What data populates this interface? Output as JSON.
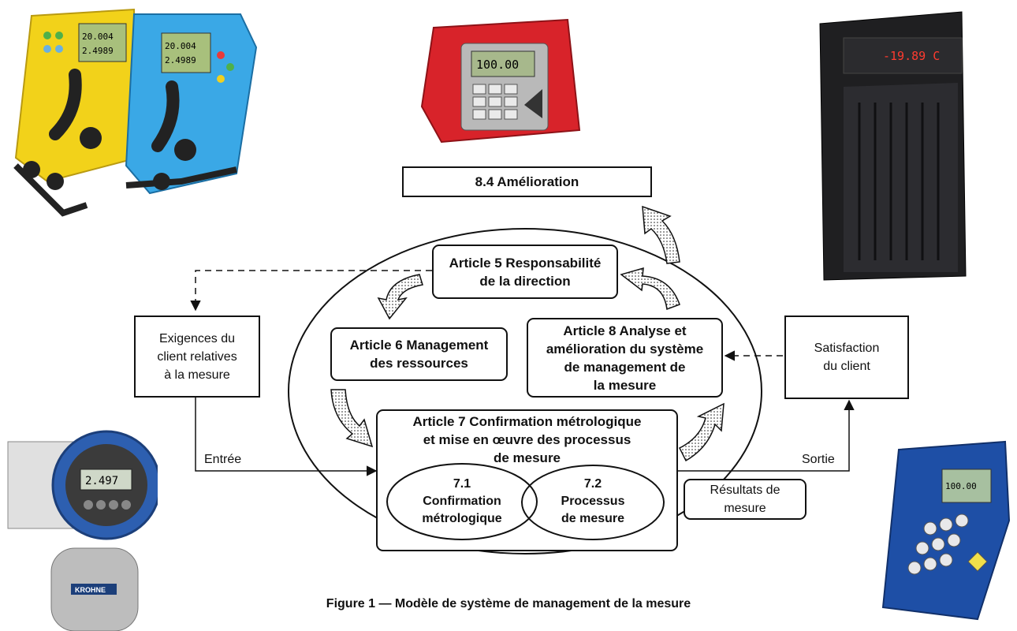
{
  "improvement": "8.4 Amélioration",
  "article5": [
    "Article 5 Responsabilité",
    "de la direction"
  ],
  "article6": [
    "Article 6 Management",
    "des ressources"
  ],
  "article8": [
    "Article 8 Analyse et",
    "amélioration du système",
    "de management de",
    "la mesure"
  ],
  "article7": [
    "Article 7 Confirmation métrologique",
    "et mise en œuvre des processus",
    "de mesure"
  ],
  "sub71": [
    "7.1",
    "Confirmation",
    "métrologique"
  ],
  "sub72": [
    "7.2",
    "Processus",
    "de mesure"
  ],
  "client_requirements": [
    "Exigences du",
    "client relatives",
    "à la mesure"
  ],
  "client_satisfaction": [
    "Satisfaction",
    "du client"
  ],
  "results": [
    "Résultats de",
    "mesure"
  ],
  "input_label": "Entrée",
  "output_label": "Sortie",
  "caption": "Figure 1 — Modèle de système de management de la mesure",
  "device_texts": {
    "handheld_reading_1": "20.004",
    "handheld_reading_2": "2.4989",
    "flowmeter_reading": "2.497",
    "flowmeter_brand": "KROHNE",
    "calibrator_reading": "-19.89 C",
    "tester_reading": "100.00"
  },
  "colors": {
    "handheld_yellow": "#f2d21a",
    "handheld_blue": "#3aa8e6",
    "tester_red": "#d8232a",
    "flowmeter_blue": "#2d5fb0",
    "calibrator_dark": "#1f1f21",
    "readout_red": "#ff3b2f"
  }
}
